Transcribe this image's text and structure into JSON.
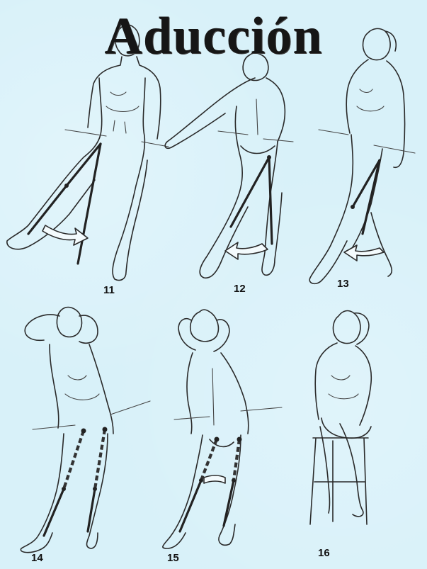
{
  "title": "Aducción",
  "figures": [
    {
      "id": "fig-11",
      "label": "11"
    },
    {
      "id": "fig-12",
      "label": "12"
    },
    {
      "id": "fig-13",
      "label": "13"
    },
    {
      "id": "fig-14",
      "label": "14"
    },
    {
      "id": "fig-15",
      "label": "15"
    },
    {
      "id": "fig-16",
      "label": "16"
    }
  ],
  "colors": {
    "background": "#d8f1f9",
    "ink": "#2a2a2a"
  }
}
